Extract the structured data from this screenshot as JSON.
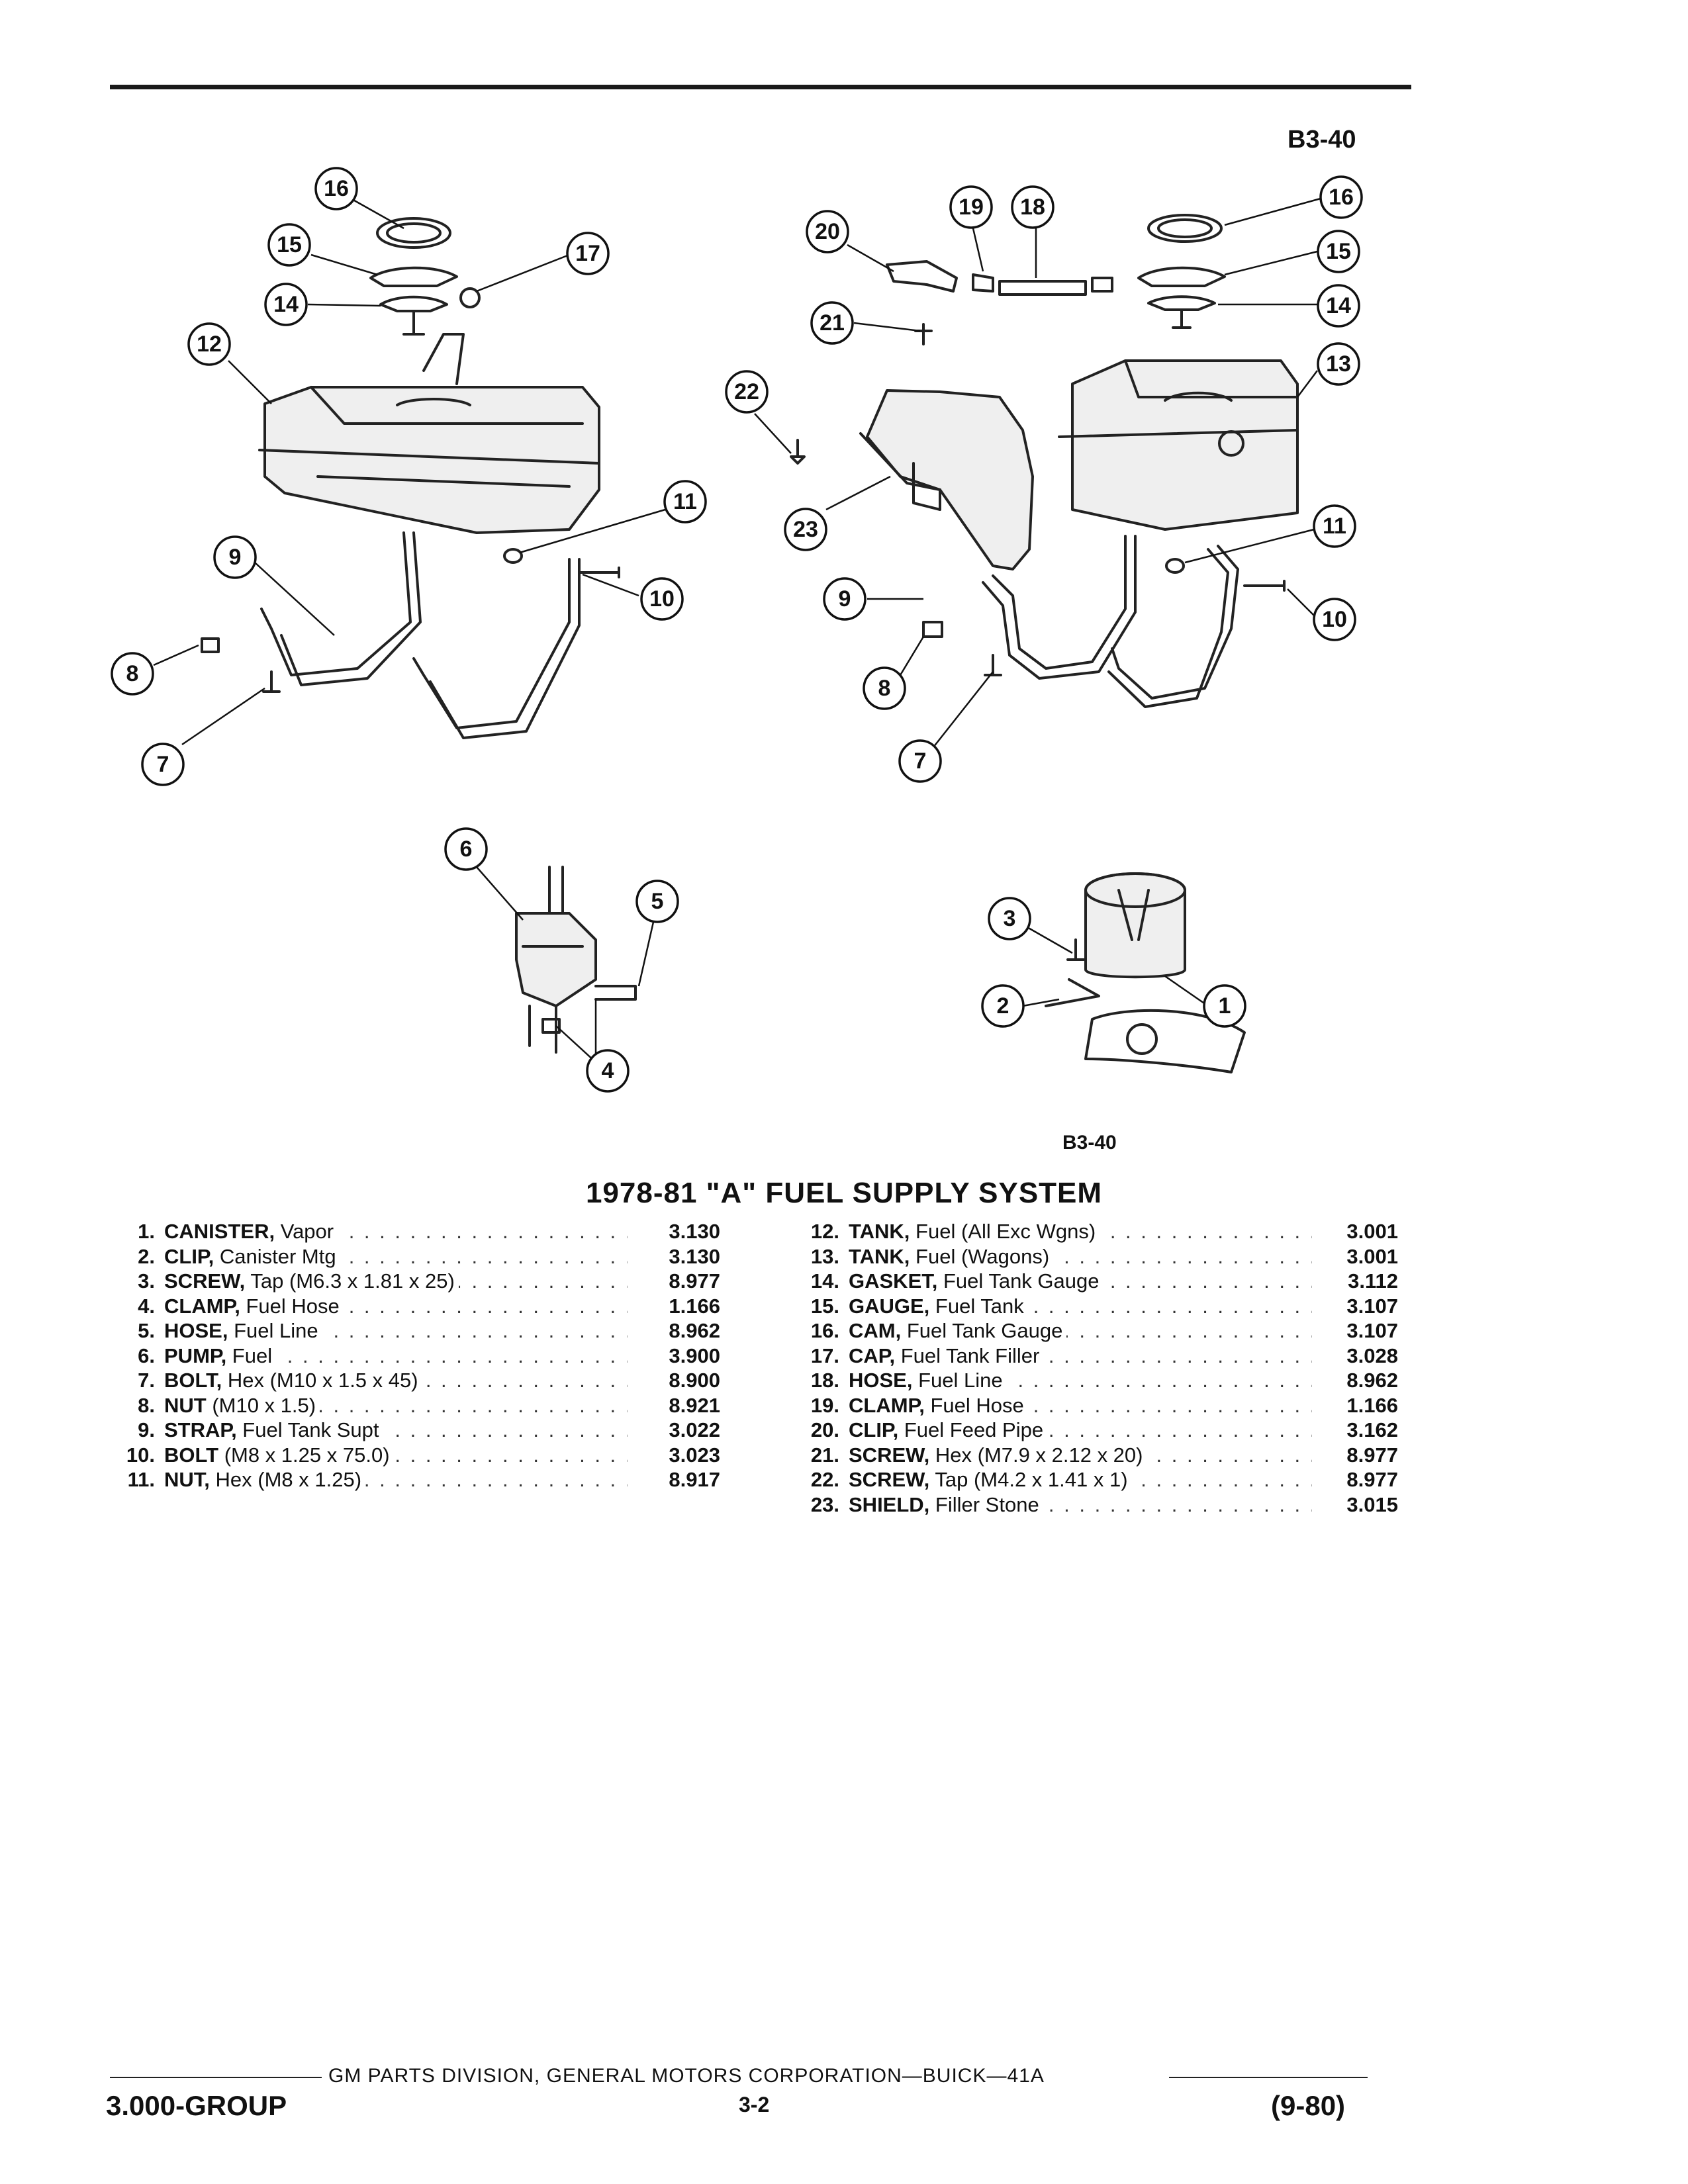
{
  "figure_ref_top": "B3-40",
  "figure_ref_bottom": "B3-40",
  "section_title": "1978-81 \"A\" FUEL SUPPLY SYSTEM",
  "callouts": [
    "1",
    "2",
    "3",
    "4",
    "5",
    "6",
    "7",
    "8",
    "9",
    "10",
    "11",
    "12",
    "13",
    "14",
    "15",
    "16",
    "17",
    "18",
    "19",
    "20",
    "21",
    "22",
    "23"
  ],
  "parts_left": [
    {
      "num": "1.",
      "name": "CANISTER,",
      "desc": " Vapor",
      "group": "3.130"
    },
    {
      "num": "2.",
      "name": "CLIP,",
      "desc": " Canister Mtg",
      "group": "3.130"
    },
    {
      "num": "3.",
      "name": "SCREW,",
      "desc": " Tap (M6.3 x 1.81 x 25)",
      "group": "8.977"
    },
    {
      "num": "4.",
      "name": "CLAMP,",
      "desc": " Fuel Hose",
      "group": "1.166"
    },
    {
      "num": "5.",
      "name": "HOSE,",
      "desc": " Fuel Line",
      "group": "8.962"
    },
    {
      "num": "6.",
      "name": "PUMP,",
      "desc": " Fuel",
      "group": "3.900"
    },
    {
      "num": "7.",
      "name": "BOLT,",
      "desc": " Hex (M10 x 1.5 x 45)",
      "group": "8.900"
    },
    {
      "num": "8.",
      "name": "NUT",
      "desc": " (M10 x 1.5)",
      "group": "8.921"
    },
    {
      "num": "9.",
      "name": "STRAP,",
      "desc": " Fuel Tank Supt",
      "group": "3.022"
    },
    {
      "num": "10.",
      "name": "BOLT",
      "desc": " (M8 x 1.25 x 75.0)",
      "group": "3.023"
    },
    {
      "num": "11.",
      "name": "NUT,",
      "desc": " Hex (M8 x 1.25)",
      "group": "8.917"
    }
  ],
  "parts_right": [
    {
      "num": "12.",
      "name": "TANK,",
      "desc": " Fuel (All Exc Wgns)",
      "group": "3.001"
    },
    {
      "num": "13.",
      "name": "TANK,",
      "desc": " Fuel (Wagons)",
      "group": "3.001"
    },
    {
      "num": "14.",
      "name": "GASKET,",
      "desc": " Fuel Tank Gauge",
      "group": "3.112"
    },
    {
      "num": "15.",
      "name": "GAUGE,",
      "desc": " Fuel Tank",
      "group": "3.107"
    },
    {
      "num": "16.",
      "name": "CAM,",
      "desc": " Fuel Tank Gauge",
      "group": "3.107"
    },
    {
      "num": "17.",
      "name": "CAP,",
      "desc": " Fuel Tank Filler",
      "group": "3.028"
    },
    {
      "num": "18.",
      "name": "HOSE,",
      "desc": " Fuel Line",
      "group": "8.962"
    },
    {
      "num": "19.",
      "name": "CLAMP,",
      "desc": " Fuel Hose",
      "group": "1.166"
    },
    {
      "num": "20.",
      "name": "CLIP,",
      "desc": " Fuel Feed Pipe",
      "group": "3.162"
    },
    {
      "num": "21.",
      "name": "SCREW,",
      "desc": " Hex (M7.9 x 2.12 x 20)",
      "group": "8.977"
    },
    {
      "num": "22.",
      "name": "SCREW,",
      "desc": " Tap (M4.2 x 1.41 x 1)",
      "group": "8.977"
    },
    {
      "num": "23.",
      "name": "SHIELD,",
      "desc": " Filler Stone",
      "group": "3.015"
    }
  ],
  "footer": {
    "publisher": "GM PARTS DIVISION, GENERAL MOTORS CORPORATION—BUICK—41A",
    "group": "3.000-GROUP",
    "page": "3-2",
    "date": "(9-80)"
  }
}
